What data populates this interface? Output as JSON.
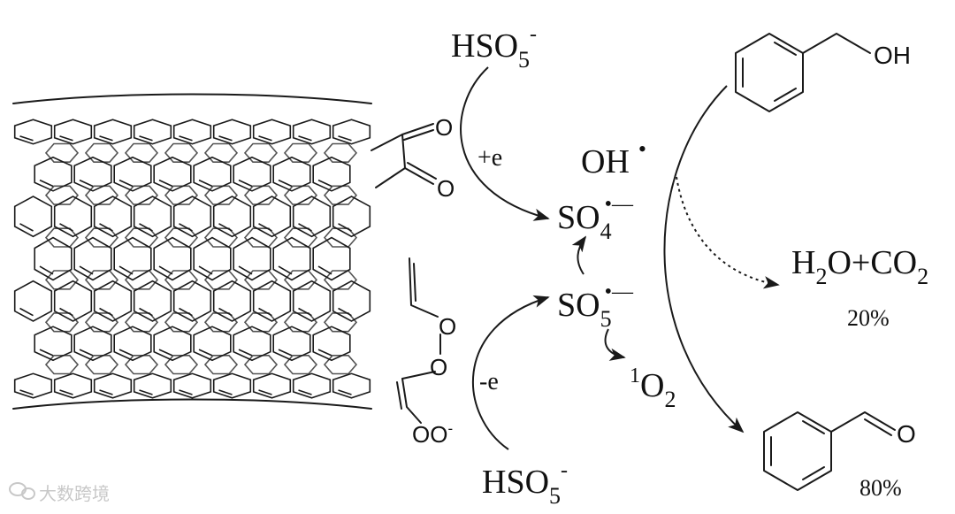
{
  "reactants": {
    "oxidant_top": {
      "main": "HSO",
      "sub": "5",
      "sup": "-"
    },
    "oxidant_bottom": {
      "main": "HSO",
      "sub": "5",
      "sup": "-"
    }
  },
  "electron_labels": {
    "gain": "+e",
    "loss": "-e"
  },
  "radicals": {
    "hydroxyl": {
      "text": "OH",
      "dot": "•"
    },
    "sulfate": {
      "main": "SO",
      "sub": "4",
      "sup": "•—"
    },
    "peroxymonosulfate": {
      "main": "SO",
      "sub": "5",
      "sup": "•—"
    },
    "singlet_oxygen": {
      "pre": "1",
      "main": "O",
      "sub": "2"
    }
  },
  "cnt_groups": {
    "carbonyl_1": "O",
    "carbonyl_2": "O",
    "peroxide_1": "O",
    "peroxide_2": "O",
    "peroxy_anion": "OO",
    "peroxy_charge": "-"
  },
  "substrate": {
    "hydroxyl_label": "OH"
  },
  "products": {
    "mineralization": {
      "h": "H",
      "sub1": "2",
      "mid": "O+CO",
      "sub2": "2",
      "yield": "20%"
    },
    "aldehyde": {
      "oxygen_label": "O",
      "yield": "80%"
    }
  },
  "watermark": {
    "text": "大数跨境"
  },
  "colors": {
    "ink": "#111111",
    "watermark": "#c8c8c8"
  },
  "icons": {
    "watermark_logo": "wechat-logo-icon"
  }
}
